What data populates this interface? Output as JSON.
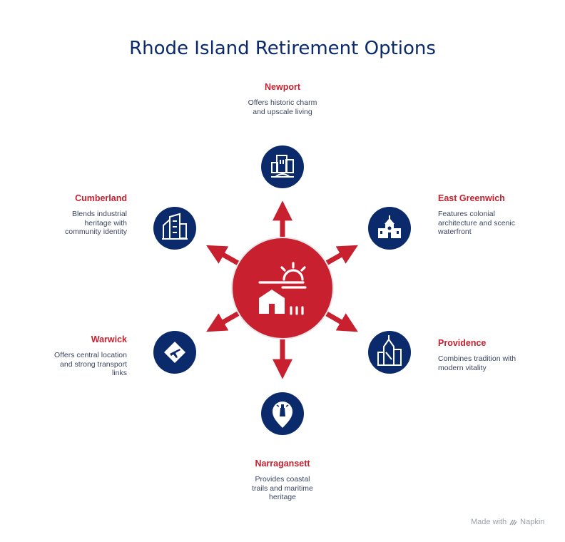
{
  "title": "Rhode Island Retirement Options",
  "colors": {
    "navy": "#0b2a6b",
    "red": "#c8202f"
  },
  "center": {
    "icon": "house-sun-icon"
  },
  "nodes": [
    {
      "name": "Newport",
      "desc": "Offers historic charm and upscale living",
      "icon": "city-buildings-icon"
    },
    {
      "name": "East Greenwich",
      "desc": "Features colonial architecture and scenic waterfront",
      "icon": "colonial-building-icon"
    },
    {
      "name": "Providence",
      "desc": "Combines tradition with modern vitality",
      "icon": "skyline-icon"
    },
    {
      "name": "Narragansett",
      "desc": "Provides coastal trails and maritime heritage",
      "icon": "lighthouse-pin-icon"
    },
    {
      "name": "Warwick",
      "desc": "Offers central location and strong transport links",
      "icon": "airplane-icon"
    },
    {
      "name": "Cumberland",
      "desc": "Blends industrial heritage with community identity",
      "icon": "mill-buildings-icon"
    }
  ],
  "credit": {
    "text": "Made with",
    "brand": "Napkin"
  }
}
